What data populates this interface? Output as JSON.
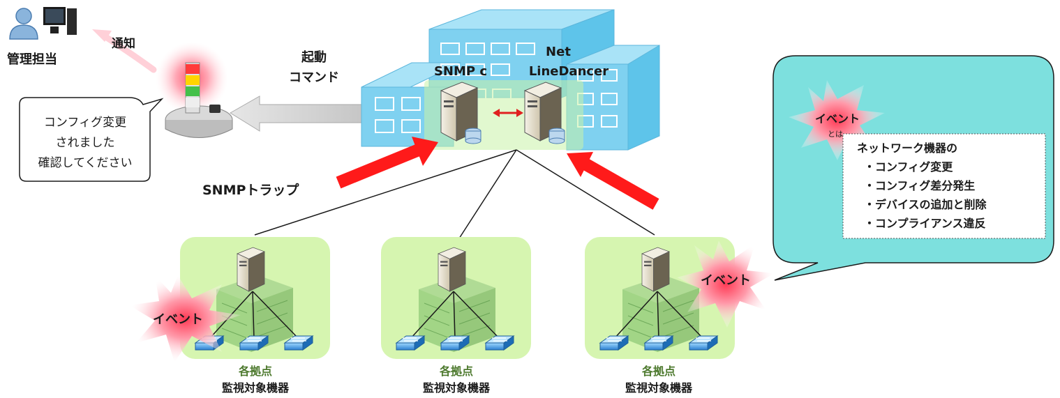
{
  "admin": {
    "label": "管理担当",
    "notify_label": "通知"
  },
  "patlite": {
    "balloon_lines": [
      "コンフィグ変更",
      "されました",
      "確認してください"
    ]
  },
  "command": {
    "lines": [
      "起動",
      "コマンド"
    ]
  },
  "servers": {
    "snmp_label": "SNMP c",
    "ld_label_lines": [
      "Net",
      "LineDancer"
    ]
  },
  "trap": {
    "label": "SNMPトラップ"
  },
  "event": {
    "label": "イベント",
    "toha": "とは"
  },
  "event_def": {
    "title": "ネットワーク機器の",
    "items": [
      "・コンフィグ変更",
      "・コンフィグ差分発生",
      "・デバイスの追加と削除",
      "・コンプライアンス違反"
    ]
  },
  "sites": [
    {
      "line1": "各拠点",
      "line2": "監視対象機器"
    },
    {
      "line1": "各拠点",
      "line2": "監視対象機器"
    },
    {
      "line1": "各拠点",
      "line2": "監視対象機器"
    }
  ],
  "colors": {
    "building": "#7fd1f0",
    "site_bg": "#d6f5b0",
    "arrow_red": "#ff1a1a",
    "callout": "#7de0de",
    "site_label": "#4e7a2f"
  }
}
